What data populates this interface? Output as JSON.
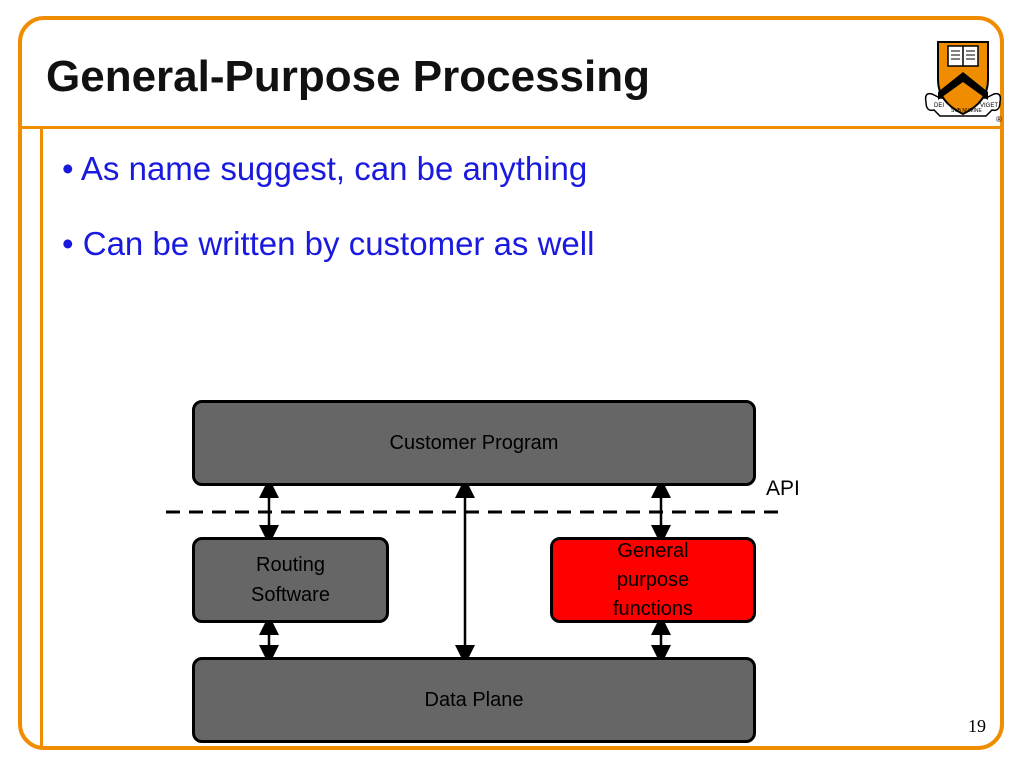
{
  "slide": {
    "title": "General-Purpose Processing",
    "bullets": [
      "As name suggest, can be anything",
      "Can be written by customer as well"
    ],
    "bullet_glyph": "•",
    "page_number": "19",
    "logo": {
      "icon": "princeton-shield-icon",
      "motto_left": "DEI",
      "motto_center": "SVB NVMINE",
      "motto_right": "VIGET",
      "registered": "®"
    }
  },
  "diagram": {
    "customer_program": "Customer Program",
    "routing_software_line1": "Routing",
    "routing_software_line2": "Software",
    "general_purpose_line1": "General",
    "general_purpose_line2": "purpose",
    "general_purpose_line3": "functions",
    "data_plane": "Data Plane",
    "api_label": "API"
  },
  "colors": {
    "accent": "#f08c00",
    "bullet_text": "#1a1adf",
    "box_fill": "#666666",
    "highlight_box": "#ff0000"
  }
}
